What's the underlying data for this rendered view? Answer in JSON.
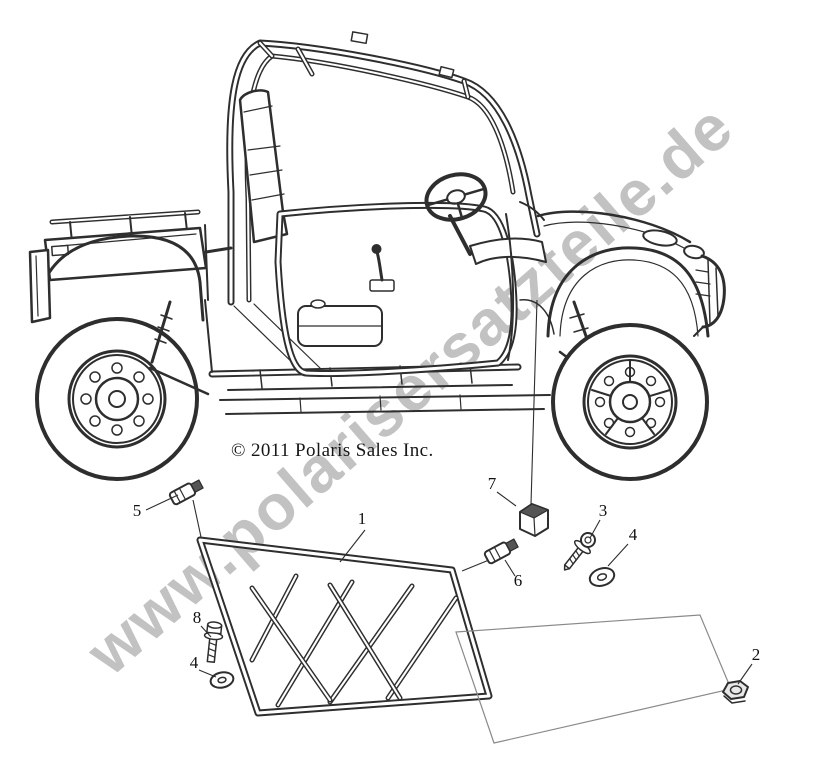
{
  "watermark": {
    "text": "www.polarisersatzteile.de",
    "color": "#9d9d9d"
  },
  "copyright": {
    "text": "© 2011 Polaris Sales Inc."
  },
  "colors": {
    "background": "#ffffff",
    "line": "#2e2e2e",
    "watermark": "#9d9d9d"
  },
  "callouts": [
    {
      "label": "1"
    },
    {
      "label": "2"
    },
    {
      "label": "3"
    },
    {
      "label": "4"
    },
    {
      "label": "4"
    },
    {
      "label": "5"
    },
    {
      "label": "6"
    },
    {
      "label": "7"
    },
    {
      "label": "8"
    }
  ]
}
